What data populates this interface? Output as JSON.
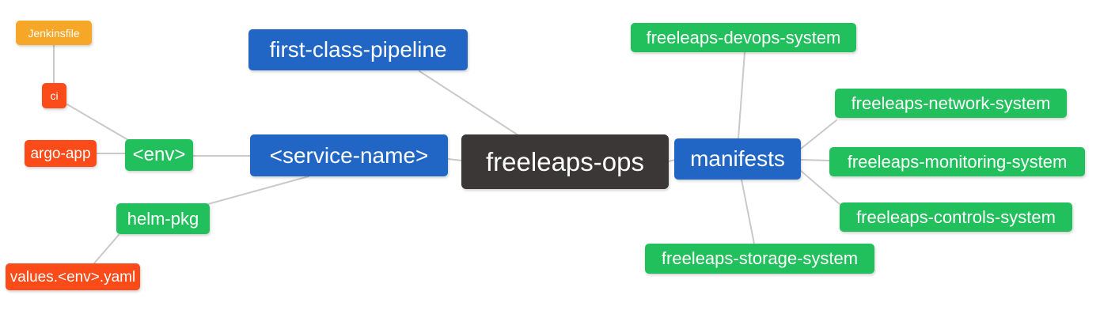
{
  "diagram": {
    "type": "mindmap",
    "background": "#ffffff",
    "edge_color": "#c9c9c9",
    "root": "freeleaps_ops",
    "colors": {
      "blue": "#2166c5",
      "green": "#22c05c",
      "red": "#fa4b18",
      "orange": "#f7a728",
      "dark": "#3b3736",
      "text": "#ffffff"
    },
    "nodes": {
      "jenkinsfile": {
        "label": "Jenkinsfile",
        "color": "#f7a728"
      },
      "ci": {
        "label": "ci",
        "color": "#fa4b18"
      },
      "argo_app": {
        "label": "argo-app",
        "color": "#fa4b18"
      },
      "env": {
        "label": "<env>",
        "color": "#22c05c"
      },
      "helm_pkg": {
        "label": "helm-pkg",
        "color": "#22c05c"
      },
      "values_env_yaml": {
        "label": "values.<env>.yaml",
        "color": "#fa4b18"
      },
      "first_class_pipeline": {
        "label": "first-class-pipeline",
        "color": "#2166c5"
      },
      "service_name": {
        "label": "<service-name>",
        "color": "#2166c5"
      },
      "freeleaps_ops": {
        "label": "freeleaps-ops",
        "color": "#3b3736"
      },
      "manifests": {
        "label": "manifests",
        "color": "#2166c5"
      },
      "freeleaps_devops_system": {
        "label": "freeleaps-devops-system",
        "color": "#22c05c"
      },
      "freeleaps_network_system": {
        "label": "freeleaps-network-system",
        "color": "#22c05c"
      },
      "freeleaps_monitoring_system": {
        "label": "freeleaps-monitoring-system",
        "color": "#22c05c"
      },
      "freeleaps_controls_system": {
        "label": "freeleaps-controls-system",
        "color": "#22c05c"
      },
      "freeleaps_storage_system": {
        "label": "freeleaps-storage-system",
        "color": "#22c05c"
      }
    },
    "edges": [
      {
        "from": "jenkinsfile",
        "to": "ci"
      },
      {
        "from": "ci",
        "to": "env"
      },
      {
        "from": "argo_app",
        "to": "env"
      },
      {
        "from": "env",
        "to": "service_name"
      },
      {
        "from": "helm_pkg",
        "to": "service_name"
      },
      {
        "from": "values_env_yaml",
        "to": "helm_pkg"
      },
      {
        "from": "first_class_pipeline",
        "to": "freeleaps_ops"
      },
      {
        "from": "service_name",
        "to": "freeleaps_ops"
      },
      {
        "from": "freeleaps_ops",
        "to": "manifests"
      },
      {
        "from": "manifests",
        "to": "freeleaps_devops_system"
      },
      {
        "from": "manifests",
        "to": "freeleaps_network_system"
      },
      {
        "from": "manifests",
        "to": "freeleaps_monitoring_system"
      },
      {
        "from": "manifests",
        "to": "freeleaps_controls_system"
      },
      {
        "from": "manifests",
        "to": "freeleaps_storage_system"
      }
    ]
  }
}
